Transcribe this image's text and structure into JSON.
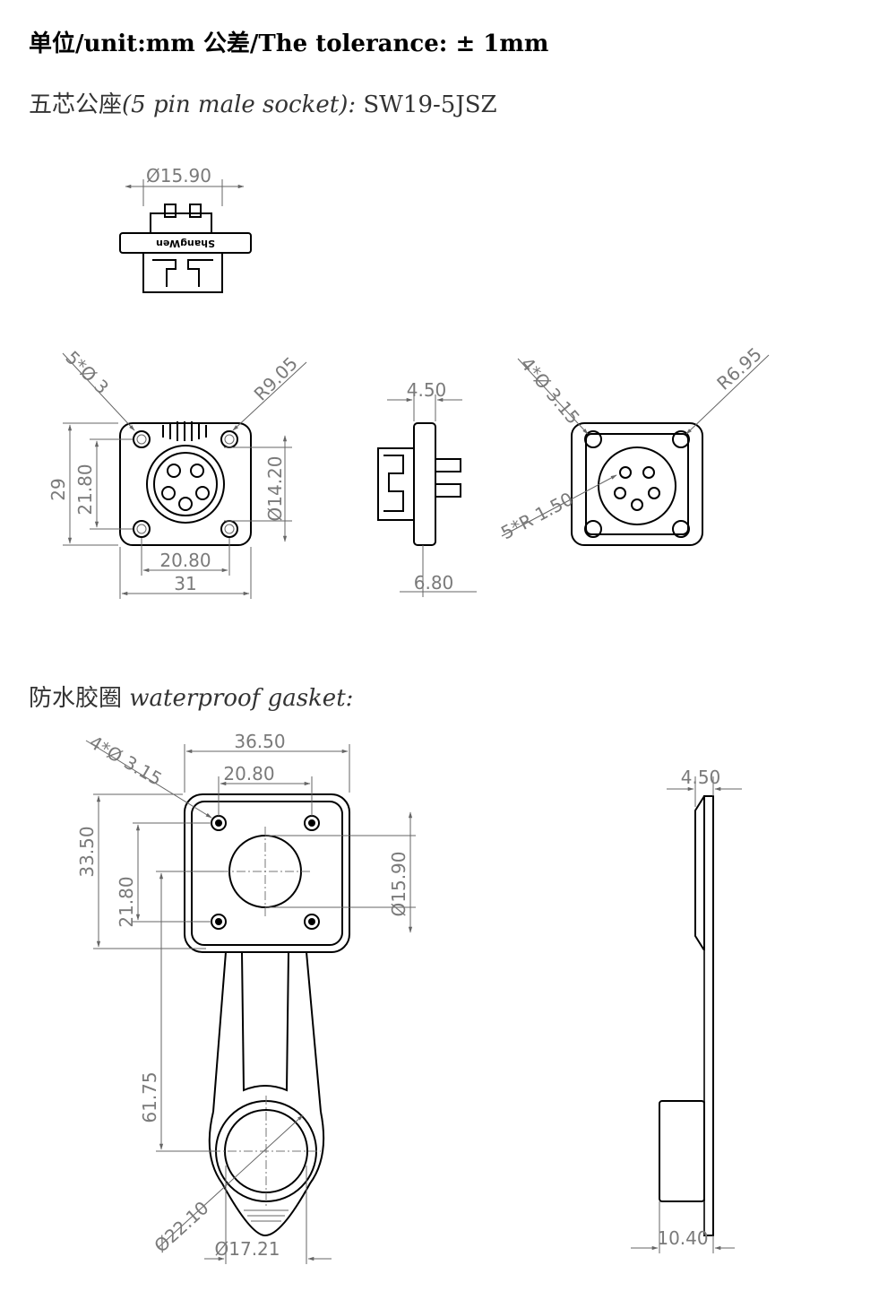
{
  "header": {
    "unit_tolerance": "单位/unit:mm  公差/The tolerance: ± 1mm"
  },
  "socket_section": {
    "label_cn": "五芯公座",
    "label_en": "(5 pin male socket):",
    "model": "SW19-5JSZ"
  },
  "gasket_section": {
    "label_cn": "防水胶圈",
    "label_en": "waterproof gasket:"
  },
  "socket_dimensions": {
    "top_diameter": "Ø15.90",
    "brand_mark": "ShangWen",
    "front_holes": "5*Ø 3",
    "front_corner_radius": "R9.05",
    "front_height_outer": "29",
    "front_height_holes": "21.80",
    "front_thread_diameter": "Ø14.20",
    "front_width_holes": "20.80",
    "front_width_outer": "31",
    "side_flange_thickness": "4.50",
    "side_body_offset": "6.80",
    "rear_holes": "4*Ø 3.15",
    "rear_corner_radius": "R6.95",
    "rear_pin_radius": "5*R 1.50"
  },
  "gasket_dimensions": {
    "holes": "4*Ø 3.15",
    "outer_width": "36.50",
    "hole_spacing_x": "20.80",
    "outer_height": "33.50",
    "hole_spacing_y": "21.80",
    "center_hole_diameter": "Ø15.90",
    "strap_length": "61.75",
    "ring_outer_diameter": "Ø22.10",
    "ring_inner_diameter": "Ø17.21",
    "thickness": "4.50",
    "cap_depth": "10.40"
  }
}
